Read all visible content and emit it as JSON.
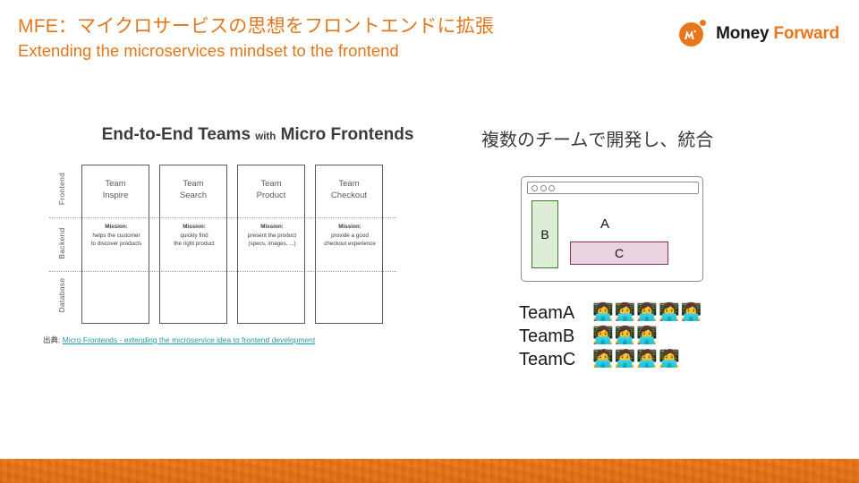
{
  "header": {
    "title_ja": "MFE：マイクロサービスの思想をフロントエンドに拡張",
    "title_en": "Extending the microservices mindset to the frontend",
    "title_color": "#E2761B"
  },
  "logo": {
    "name_primary": "Money",
    "name_secondary": "Forward",
    "mark_icon": "money-forward-logo-icon",
    "primary_color": "#1A1A1A",
    "secondary_color": "#E8761A"
  },
  "left_figure": {
    "title_main": "End-to-End Teams",
    "title_with": "with",
    "title_tail": "Micro Frontends",
    "axis_labels": [
      "Frontend",
      "Backend",
      "Database"
    ],
    "teams": [
      {
        "name_line1": "Team",
        "name_line2": "Inspire",
        "mission_label": "Mission:",
        "mission_line1": "helps the customer",
        "mission_line2": "to discover products"
      },
      {
        "name_line1": "Team",
        "name_line2": "Search",
        "mission_label": "Mission:",
        "mission_line1": "quickly find",
        "mission_line2": "the right product"
      },
      {
        "name_line1": "Team",
        "name_line2": "Product",
        "mission_label": "Mission:",
        "mission_line1": "present the product",
        "mission_line2": "(specs, images, ...)"
      },
      {
        "name_line1": "Team",
        "name_line2": "Checkout",
        "mission_label": "Mission:",
        "mission_line1": "provide a good",
        "mission_line2": "checkout experience"
      }
    ],
    "source_prefix": "出典: ",
    "source_link_text": "Micro Frontends - extending the microservice idea to frontend development",
    "source_link_color": "#1A9BAA"
  },
  "right_figure": {
    "heading": "複数のチームで開発し、統合",
    "browser": {
      "window_dots": [
        "traffic-dot-1",
        "traffic-dot-2",
        "traffic-dot-3"
      ],
      "region_b": "B",
      "region_b_fill": "#DEEDD8",
      "region_b_border": "#3C7A2C",
      "region_a": "A",
      "region_c": "C",
      "region_c_fill": "#E9D3E1",
      "region_c_border": "#8D3160"
    },
    "teams": [
      {
        "label": "TeamA",
        "members": [
          "👩‍💻",
          "👩‍💻",
          "👩‍💻",
          "👩‍💻",
          "👩‍💻"
        ]
      },
      {
        "label": "TeamB",
        "members": [
          "👩‍💻",
          "👩‍💻",
          "👩‍💻"
        ]
      },
      {
        "label": "TeamC",
        "members": [
          "🧑‍💻",
          "🧑‍💻",
          "🧑‍💻",
          "🧑‍💻"
        ]
      }
    ]
  },
  "footer": {
    "accent_color": "#E8721A"
  }
}
